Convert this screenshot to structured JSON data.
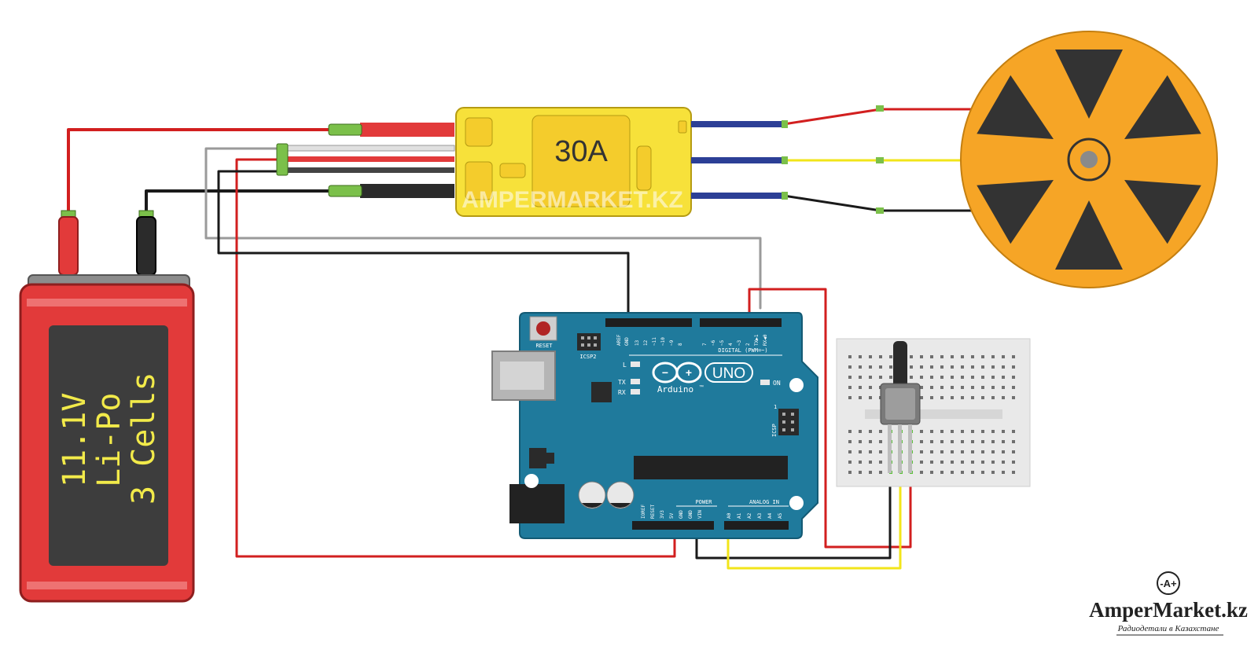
{
  "battery": {
    "voltage": "11.1V",
    "chemistry": "Li-Po",
    "cells": "3 Cells"
  },
  "esc": {
    "rating": "30A",
    "watermark": "AMPERMARKET.KZ"
  },
  "arduino": {
    "reset_label": "RESET",
    "icsp2_label": "ICSP2",
    "icsp_label": "ICSP",
    "aref_label": "AREF",
    "gnd_top_label": "GND",
    "digital_pin_labels": [
      "13",
      "12",
      "~11",
      "~10",
      "~9",
      "8",
      "7",
      "~6",
      "~5",
      "4",
      "~3",
      "2",
      "TX▶1",
      "RX◀0"
    ],
    "digital_label": "DIGITAL (PWM=~)",
    "l_label": "L",
    "tx_label": "TX",
    "rx_label": "RX",
    "on_label": "ON",
    "brand": "Arduino",
    "model": "UNO",
    "tm": "™",
    "one_label": "1",
    "power_label": "POWER",
    "power_pin_labels": [
      "IOREF",
      "RESET",
      "3V3",
      "5V",
      "GND",
      "GND",
      "VIN"
    ],
    "analog_label": "ANALOG IN",
    "analog_pin_labels": [
      "A0",
      "A1",
      "A2",
      "A3",
      "A4",
      "A5"
    ]
  },
  "logo": {
    "name": "AmperMarket.kz",
    "tagline": "Радиодетали в Казахстане",
    "emblem": "-A+"
  },
  "colors": {
    "wire_red": "#d21f1f",
    "wire_black": "#1a1a1a",
    "wire_yellow": "#f2e51a",
    "wire_gray": "#9a9a9a",
    "wire_blue": "#2c3f96",
    "esc_body": "#f7e13a",
    "motor": "#f6a526",
    "arduino_board": "#1f7a9c",
    "battery_shell": "#e23a3a",
    "battery_label_text": "#f2ea4a"
  }
}
